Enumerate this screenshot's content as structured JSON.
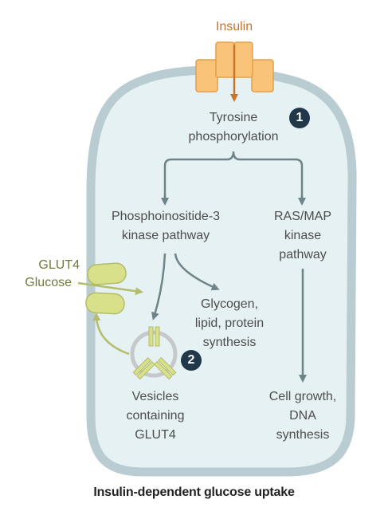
{
  "title": "Insulin-dependent glucose uptake",
  "labels": {
    "insulin": "Insulin",
    "tyrosine": [
      "Tyrosine",
      "phosphorylation"
    ],
    "pi3k": [
      "Phosphoinositide-3",
      "kinase pathway"
    ],
    "rasmap": [
      "RAS/MAP",
      "kinase",
      "pathway"
    ],
    "glycogen": [
      "Glycogen,",
      "lipid, protein",
      "synthesis"
    ],
    "vesicles": [
      "Vesicles",
      "containing",
      "GLUT4"
    ],
    "cell_growth": [
      "Cell growth,",
      "DNA",
      "synthesis"
    ],
    "glut4": "GLUT4",
    "glucose": "Glucose"
  },
  "badges": [
    "1",
    "2"
  ],
  "colors": {
    "cell_fill": "#e5f1f3",
    "cell_border": "#b9ccd1",
    "arrow_gray": "#6f8489",
    "insulin_orange": "#c8742a",
    "receptor_fill": "#f9c47a",
    "glut_green": "#d8e08a",
    "glut_text": "#6f7a3a",
    "badge": "#21384a"
  }
}
